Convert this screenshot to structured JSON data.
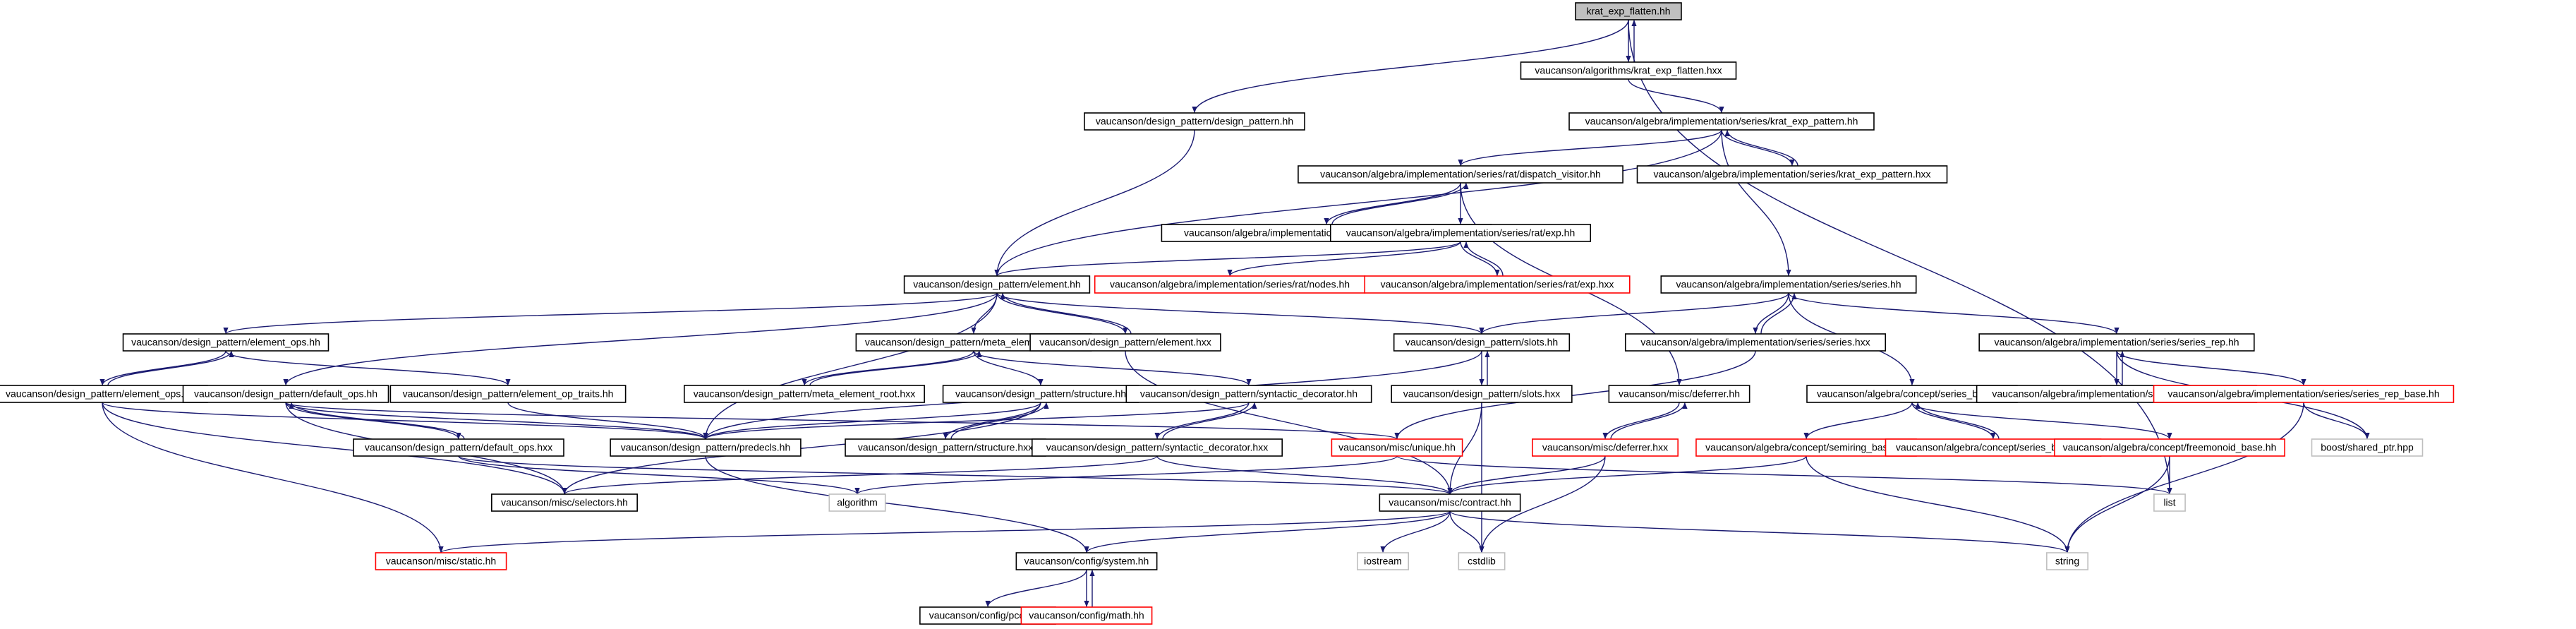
{
  "colors": {
    "edge": "#191970",
    "node_border": "#000000",
    "node_border_truncated": "#ff0000",
    "node_border_system": "#bfbfbf",
    "node_fill_root": "#bfbfbf",
    "node_fill": "#ffffff"
  },
  "nodes": [
    {
      "id": "krat_exp_flatten_hh",
      "label": "krat_exp_flatten.hh",
      "kind": "root"
    },
    {
      "id": "alg_krat_exp_flatten_hxx",
      "label": "vaucanson/algorithms/krat_exp_flatten.hxx",
      "kind": "normal"
    },
    {
      "id": "dp_design_pattern_hh",
      "label": "vaucanson/design_pattern/design_pattern.hh",
      "kind": "normal"
    },
    {
      "id": "series_krat_exp_pattern_hh",
      "label": "vaucanson/algebra/implementation/series/krat_exp_pattern.hh",
      "kind": "normal"
    },
    {
      "id": "dispatch_visitor_hh",
      "label": "vaucanson/algebra/implementation/series/rat/dispatch_visitor.hh",
      "kind": "normal"
    },
    {
      "id": "series_krat_exp_pattern_hxx",
      "label": "vaucanson/algebra/implementation/series/krat_exp_pattern.hxx",
      "kind": "normal"
    },
    {
      "id": "dispatch_visitor_hxx",
      "label": "vaucanson/algebra/implementation/series/rat/dispatch_visitor.hxx",
      "kind": "normal"
    },
    {
      "id": "rat_exp_hh",
      "label": "vaucanson/algebra/implementation/series/rat/exp.hh",
      "kind": "normal"
    },
    {
      "id": "dp_element_hh",
      "label": "vaucanson/design_pattern/element.hh",
      "kind": "normal"
    },
    {
      "id": "rat_nodes_hh",
      "label": "vaucanson/algebra/implementation/series/rat/nodes.hh",
      "kind": "truncated"
    },
    {
      "id": "rat_exp_hxx",
      "label": "vaucanson/algebra/implementation/series/rat/exp.hxx",
      "kind": "truncated"
    },
    {
      "id": "series_series_hh",
      "label": "vaucanson/algebra/implementation/series/series.hh",
      "kind": "normal"
    },
    {
      "id": "dp_element_ops_hh",
      "label": "vaucanson/design_pattern/element_ops.hh",
      "kind": "normal"
    },
    {
      "id": "dp_meta_element_root_hh",
      "label": "vaucanson/design_pattern/meta_element_root.hh",
      "kind": "normal"
    },
    {
      "id": "dp_element_hxx",
      "label": "vaucanson/design_pattern/element.hxx",
      "kind": "normal"
    },
    {
      "id": "dp_slots_hh",
      "label": "vaucanson/design_pattern/slots.hh",
      "kind": "normal"
    },
    {
      "id": "series_series_hxx",
      "label": "vaucanson/algebra/implementation/series/series.hxx",
      "kind": "normal"
    },
    {
      "id": "series_rep_hh",
      "label": "vaucanson/algebra/implementation/series/series_rep.hh",
      "kind": "normal"
    },
    {
      "id": "dp_element_ops_hxx",
      "label": "vaucanson/design_pattern/element_ops.hxx",
      "kind": "normal"
    },
    {
      "id": "dp_meta_element_root_hxx",
      "label": "vaucanson/design_pattern/meta_element_root.hxx",
      "kind": "normal"
    },
    {
      "id": "dp_default_ops_hh",
      "label": "vaucanson/design_pattern/default_ops.hh",
      "kind": "normal"
    },
    {
      "id": "dp_element_op_traits_hh",
      "label": "vaucanson/design_pattern/element_op_traits.hh",
      "kind": "normal"
    },
    {
      "id": "dp_structure_hh",
      "label": "vaucanson/design_pattern/structure.hh",
      "kind": "normal"
    },
    {
      "id": "dp_syntactic_decorator_hh",
      "label": "vaucanson/design_pattern/syntactic_decorator.hh",
      "kind": "normal"
    },
    {
      "id": "dp_slots_hxx",
      "label": "vaucanson/design_pattern/slots.hxx",
      "kind": "normal"
    },
    {
      "id": "misc_deferrer_hh",
      "label": "vaucanson/misc/deferrer.hh",
      "kind": "normal"
    },
    {
      "id": "concept_series_base_hh",
      "label": "vaucanson/algebra/concept/series_base.hh",
      "kind": "normal"
    },
    {
      "id": "series_rep_hxx",
      "label": "vaucanson/algebra/implementation/series/series_rep.hxx",
      "kind": "normal"
    },
    {
      "id": "series_rep_base_hh",
      "label": "vaucanson/algebra/implementation/series/series_rep_base.hh",
      "kind": "truncated"
    },
    {
      "id": "dp_default_ops_hxx",
      "label": "vaucanson/design_pattern/default_ops.hxx",
      "kind": "normal"
    },
    {
      "id": "dp_predecls_hh",
      "label": "vaucanson/design_pattern/predecls.hh",
      "kind": "normal"
    },
    {
      "id": "dp_structure_hxx",
      "label": "vaucanson/design_pattern/structure.hxx",
      "kind": "normal"
    },
    {
      "id": "dp_syntactic_decorator_hxx",
      "label": "vaucanson/design_pattern/syntactic_decorator.hxx",
      "kind": "normal"
    },
    {
      "id": "misc_unique_hh",
      "label": "vaucanson/misc/unique.hh",
      "kind": "truncated"
    },
    {
      "id": "misc_deferrer_hxx",
      "label": "vaucanson/misc/deferrer.hxx",
      "kind": "truncated"
    },
    {
      "id": "concept_semiring_base_hh",
      "label": "vaucanson/algebra/concept/semiring_base.hh",
      "kind": "truncated"
    },
    {
      "id": "concept_series_base_hxx",
      "label": "vaucanson/algebra/concept/series_base.hxx",
      "kind": "truncated"
    },
    {
      "id": "concept_freemonoid_base_hh",
      "label": "vaucanson/algebra/concept/freemonoid_base.hh",
      "kind": "truncated"
    },
    {
      "id": "boost_shared_ptr_hpp",
      "label": "boost/shared_ptr.hpp",
      "kind": "system"
    },
    {
      "id": "misc_selectors_hh",
      "label": "vaucanson/misc/selectors.hh",
      "kind": "normal"
    },
    {
      "id": "algorithm",
      "label": "algorithm",
      "kind": "system"
    },
    {
      "id": "misc_contract_hh",
      "label": "vaucanson/misc/contract.hh",
      "kind": "normal"
    },
    {
      "id": "list",
      "label": "list",
      "kind": "system"
    },
    {
      "id": "misc_static_hh",
      "label": "vaucanson/misc/static.hh",
      "kind": "truncated"
    },
    {
      "id": "config_system_hh",
      "label": "vaucanson/config/system.hh",
      "kind": "normal"
    },
    {
      "id": "iostream",
      "label": "iostream",
      "kind": "system"
    },
    {
      "id": "cstdlib",
      "label": "cstdlib",
      "kind": "system"
    },
    {
      "id": "string",
      "label": "string",
      "kind": "system"
    },
    {
      "id": "config_pconf_hh",
      "label": "vaucanson/config/pconf.hh",
      "kind": "normal"
    },
    {
      "id": "config_math_hh",
      "label": "vaucanson/config/math.hh",
      "kind": "truncated"
    }
  ],
  "edges": [
    [
      "krat_exp_flatten_hh",
      "alg_krat_exp_flatten_hxx"
    ],
    [
      "alg_krat_exp_flatten_hxx",
      "krat_exp_flatten_hh"
    ],
    [
      "krat_exp_flatten_hh",
      "dp_design_pattern_hh"
    ],
    [
      "krat_exp_flatten_hh",
      "list"
    ],
    [
      "alg_krat_exp_flatten_hxx",
      "series_krat_exp_pattern_hh"
    ],
    [
      "dp_design_pattern_hh",
      "dp_element_hh"
    ],
    [
      "series_krat_exp_pattern_hh",
      "dispatch_visitor_hh"
    ],
    [
      "series_krat_exp_pattern_hh",
      "series_krat_exp_pattern_hxx"
    ],
    [
      "series_krat_exp_pattern_hxx",
      "series_krat_exp_pattern_hh"
    ],
    [
      "series_krat_exp_pattern_hh",
      "series_series_hh"
    ],
    [
      "series_krat_exp_pattern_hh",
      "dp_element_hh"
    ],
    [
      "dispatch_visitor_hh",
      "dispatch_visitor_hxx"
    ],
    [
      "dispatch_visitor_hxx",
      "dispatch_visitor_hh"
    ],
    [
      "dispatch_visitor_hh",
      "rat_exp_hh"
    ],
    [
      "dispatch_visitor_hh",
      "misc_deferrer_hh"
    ],
    [
      "rat_exp_hh",
      "dp_element_hh"
    ],
    [
      "rat_exp_hh",
      "rat_nodes_hh"
    ],
    [
      "rat_exp_hh",
      "rat_exp_hxx"
    ],
    [
      "rat_exp_hxx",
      "rat_exp_hh"
    ],
    [
      "dp_element_hh",
      "dp_element_ops_hh"
    ],
    [
      "dp_element_hh",
      "dp_meta_element_root_hh"
    ],
    [
      "dp_element_hh",
      "dp_element_hxx"
    ],
    [
      "dp_element_hxx",
      "dp_element_hh"
    ],
    [
      "dp_element_hh",
      "dp_slots_hh"
    ],
    [
      "dp_element_hh",
      "dp_default_ops_hh"
    ],
    [
      "dp_element_hh",
      "dp_predecls_hh"
    ],
    [
      "dp_element_hxx",
      "misc_contract_hh"
    ],
    [
      "series_series_hh",
      "dp_slots_hh"
    ],
    [
      "series_series_hh",
      "series_series_hxx"
    ],
    [
      "series_series_hxx",
      "series_series_hh"
    ],
    [
      "series_series_hh",
      "series_rep_hh"
    ],
    [
      "series_series_hh",
      "concept_series_base_hh"
    ],
    [
      "series_series_hxx",
      "misc_unique_hh"
    ],
    [
      "dp_element_ops_hh",
      "dp_element_ops_hxx"
    ],
    [
      "dp_element_ops_hxx",
      "dp_element_ops_hh"
    ],
    [
      "dp_element_ops_hh",
      "dp_element_op_traits_hh"
    ],
    [
      "dp_element_ops_hxx",
      "misc_selectors_hh"
    ],
    [
      "dp_element_ops_hxx",
      "misc_static_hh"
    ],
    [
      "dp_element_ops_hxx",
      "dp_predecls_hh"
    ],
    [
      "dp_meta_element_root_hh",
      "dp_meta_element_root_hxx"
    ],
    [
      "dp_meta_element_root_hxx",
      "dp_meta_element_root_hh"
    ],
    [
      "dp_meta_element_root_hh",
      "dp_structure_hh"
    ],
    [
      "dp_meta_element_root_hh",
      "dp_syntactic_decorator_hh"
    ],
    [
      "dp_slots_hh",
      "dp_slots_hxx"
    ],
    [
      "dp_slots_hxx",
      "dp_slots_hh"
    ],
    [
      "dp_slots_hh",
      "dp_predecls_hh"
    ],
    [
      "dp_slots_hxx",
      "misc_contract_hh"
    ],
    [
      "dp_slots_hxx",
      "cstdlib"
    ],
    [
      "series_rep_hh",
      "series_rep_hxx"
    ],
    [
      "series_rep_hxx",
      "series_rep_hh"
    ],
    [
      "series_rep_hh",
      "series_rep_base_hh"
    ],
    [
      "series_rep_hh",
      "boost_shared_ptr_hpp"
    ],
    [
      "series_rep_base_hh",
      "boost_shared_ptr_hpp"
    ],
    [
      "series_rep_base_hh",
      "string"
    ],
    [
      "dp_default_ops_hh",
      "dp_default_ops_hxx"
    ],
    [
      "dp_default_ops_hxx",
      "dp_default_ops_hh"
    ],
    [
      "dp_default_ops_hh",
      "dp_predecls_hh"
    ],
    [
      "dp_default_ops_hh",
      "misc_selectors_hh"
    ],
    [
      "dp_default_ops_hh",
      "misc_unique_hh"
    ],
    [
      "dp_default_ops_hxx",
      "algorithm"
    ],
    [
      "dp_default_ops_hxx",
      "misc_contract_hh"
    ],
    [
      "dp_element_op_traits_hh",
      "dp_predecls_hh"
    ],
    [
      "dp_structure_hh",
      "dp_structure_hxx"
    ],
    [
      "dp_structure_hxx",
      "dp_structure_hh"
    ],
    [
      "dp_structure_hh",
      "dp_predecls_hh"
    ],
    [
      "dp_structure_hh",
      "misc_selectors_hh"
    ],
    [
      "dp_syntactic_decorator_hh",
      "dp_syntactic_decorator_hxx"
    ],
    [
      "dp_syntactic_decorator_hxx",
      "dp_syntactic_decorator_hh"
    ],
    [
      "dp_syntactic_decorator_hh",
      "dp_predecls_hh"
    ],
    [
      "dp_syntactic_decorator_hxx",
      "misc_selectors_hh"
    ],
    [
      "dp_syntactic_decorator_hxx",
      "misc_contract_hh"
    ],
    [
      "misc_deferrer_hh",
      "misc_deferrer_hxx"
    ],
    [
      "misc_deferrer_hxx",
      "misc_deferrer_hh"
    ],
    [
      "misc_deferrer_hxx",
      "misc_contract_hh"
    ],
    [
      "misc_deferrer_hxx",
      "cstdlib"
    ],
    [
      "concept_series_base_hh",
      "concept_semiring_base_hh"
    ],
    [
      "concept_series_base_hh",
      "concept_series_base_hxx"
    ],
    [
      "concept_series_base_hxx",
      "concept_series_base_hh"
    ],
    [
      "concept_series_base_hh",
      "concept_freemonoid_base_hh"
    ],
    [
      "concept_semiring_base_hh",
      "misc_contract_hh"
    ],
    [
      "concept_semiring_base_hh",
      "string"
    ],
    [
      "concept_freemonoid_base_hh",
      "list"
    ],
    [
      "concept_freemonoid_base_hh",
      "string"
    ],
    [
      "dp_predecls_hh",
      "config_system_hh"
    ],
    [
      "misc_unique_hh",
      "list"
    ],
    [
      "misc_unique_hh",
      "algorithm"
    ],
    [
      "misc_contract_hh",
      "config_system_hh"
    ],
    [
      "misc_contract_hh",
      "misc_static_hh"
    ],
    [
      "misc_contract_hh",
      "iostream"
    ],
    [
      "misc_contract_hh",
      "cstdlib"
    ],
    [
      "misc_contract_hh",
      "string"
    ],
    [
      "config_system_hh",
      "config_pconf_hh"
    ],
    [
      "config_system_hh",
      "config_math_hh"
    ],
    [
      "config_math_hh",
      "config_system_hh"
    ]
  ]
}
